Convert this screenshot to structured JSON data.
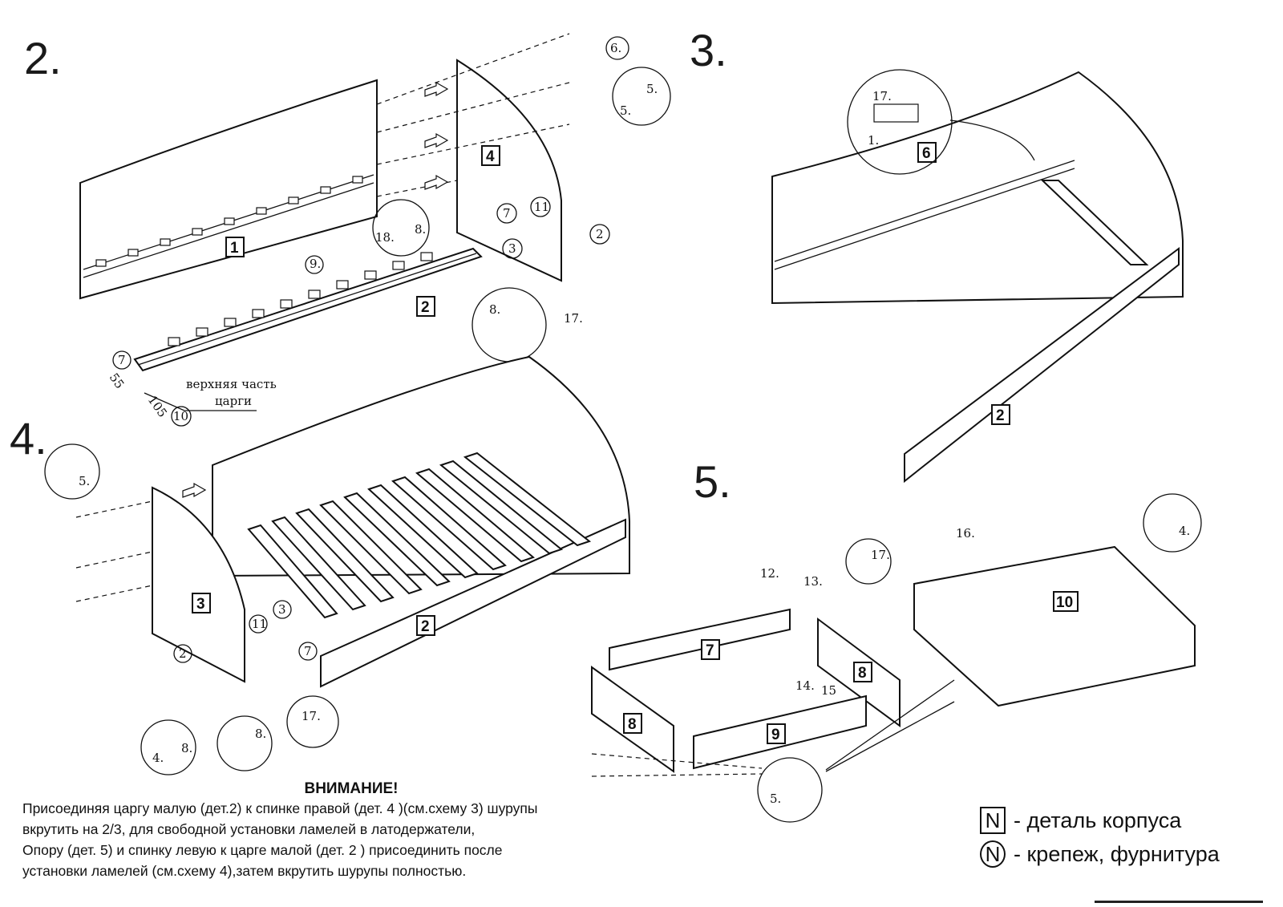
{
  "steps": {
    "s2": "2.",
    "s3": "3.",
    "s4": "4.",
    "s5": "5."
  },
  "step2": {
    "part_box_1": "1",
    "part_box_2": "2",
    "part_box_4": "4",
    "callout_6": "6.",
    "callout_5a": "5.",
    "callout_5b": "5.",
    "callout_7": "7",
    "callout_11": "11",
    "callout_3": "3",
    "callout_2": "2",
    "callout_18": "18.",
    "callout_8a": "8.",
    "callout_8b": "8.",
    "callout_17": "17.",
    "callout_9": "9.",
    "callout_7b": "7",
    "callout_10": "10",
    "dim_55": "55",
    "dim_105": "105",
    "note_line1": "верхняя часть",
    "note_line2": "царги"
  },
  "step3": {
    "part_box_6": "6",
    "part_box_2": "2",
    "callout_17": "17.",
    "callout_1": "1."
  },
  "step4": {
    "part_box_3": "3",
    "part_box_2": "2",
    "callout_5": "5.",
    "callout_3": "3",
    "callout_11": "11",
    "callout_7": "7",
    "callout_2": "2",
    "callout_4": "4.",
    "callout_8a": "8.",
    "callout_8b": "8.",
    "callout_17": "17."
  },
  "step5": {
    "part_box_7": "7",
    "part_box_8a": "8",
    "part_box_8b": "8",
    "part_box_9": "9",
    "part_box_10": "10",
    "callout_12": "12.",
    "callout_13": "13.",
    "callout_14": "14.",
    "callout_15": "15",
    "callout_16": "16.",
    "callout_17": "17.",
    "callout_4": "4.",
    "callout_5": "5."
  },
  "note": {
    "title": "ВНИМАНИЕ!",
    "line1": "Присоединяя царгу малую (дет.2) к спинке правой (дет. 4 )(см.схему 3) шурупы",
    "line2": "вкрутить на 2/3, для  свободной установки ламелей в латодержатели,",
    "line3": "Опору (дет. 5) и спинку левую к царге малой (дет. 2 ) присоединить после",
    "line4": "установки ламелей (см.схему 4),затем вкрутить шурупы полностью."
  },
  "legend": {
    "symbol": "N",
    "body_part": "- деталь корпуса",
    "fastener": "- крепеж, фурнитура"
  }
}
